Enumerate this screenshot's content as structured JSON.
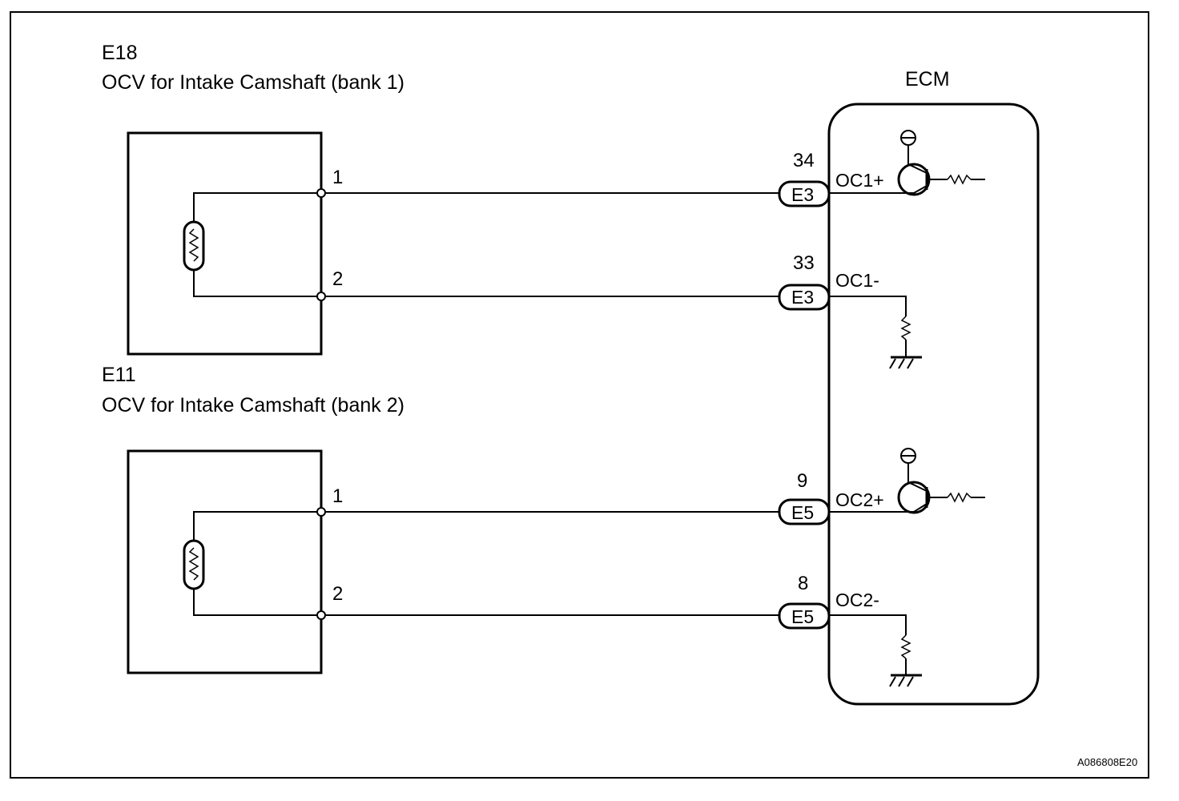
{
  "figure_code": "A086808E20",
  "ecm": {
    "label": "ECM"
  },
  "components": [
    {
      "id": "E18",
      "name": "OCV for Intake Camshaft (bank 1)",
      "pins": [
        "1",
        "2"
      ]
    },
    {
      "id": "E11",
      "name": "OCV for Intake Camshaft (bank 2)",
      "pins": [
        "1",
        "2"
      ]
    }
  ],
  "wires": [
    {
      "pin_number": "34",
      "connector": "E3",
      "signal": "OC1+"
    },
    {
      "pin_number": "33",
      "connector": "E3",
      "signal": "OC1-"
    },
    {
      "pin_number": "9",
      "connector": "E5",
      "signal": "OC2+"
    },
    {
      "pin_number": "8",
      "connector": "E5",
      "signal": "OC2-"
    }
  ]
}
